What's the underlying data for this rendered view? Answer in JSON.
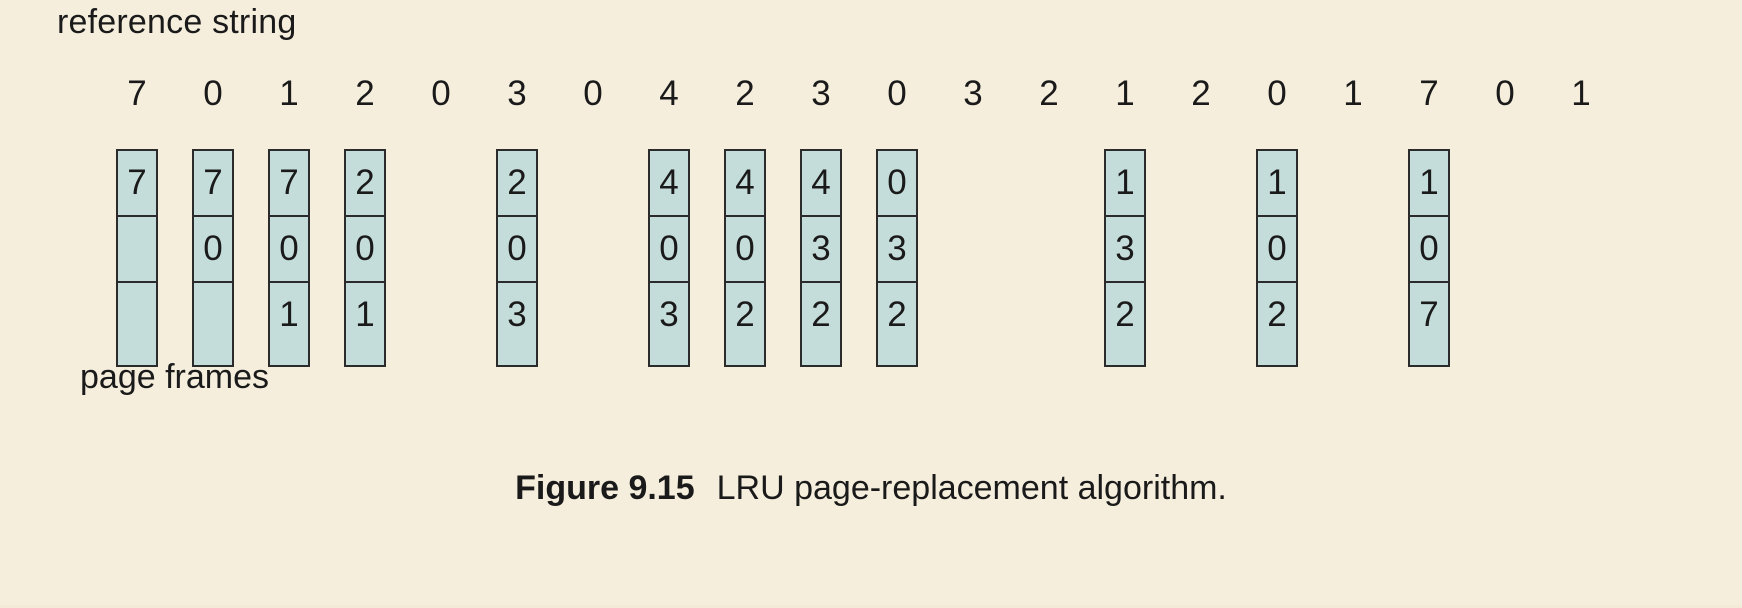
{
  "figure": {
    "reference_string_label": "reference string",
    "page_frames_label": "page frames",
    "caption_number": "Figure 9.15",
    "caption_text": "LRU page-replacement algorithm.",
    "colors": {
      "background": "#f5eedc",
      "cell_fill": "#c5ddda",
      "cell_border": "#2b2b2b",
      "text": "#1a1a1a"
    }
  },
  "chart_data": {
    "type": "table",
    "title": "LRU page-replacement algorithm",
    "xlabel": "reference string",
    "ylabel": "page frames",
    "categories": [
      "7",
      "0",
      "1",
      "2",
      "0",
      "3",
      "0",
      "4",
      "2",
      "3",
      "0",
      "3",
      "2",
      "1",
      "2",
      "0",
      "1",
      "7",
      "0",
      "1"
    ],
    "frame_count": 3,
    "columns": [
      {
        "index": 1,
        "reference": "7",
        "frames": [
          "7",
          "",
          ""
        ]
      },
      {
        "index": 2,
        "reference": "0",
        "frames": [
          "7",
          "0",
          ""
        ]
      },
      {
        "index": 3,
        "reference": "1",
        "frames": [
          "7",
          "0",
          "1"
        ]
      },
      {
        "index": 4,
        "reference": "2",
        "frames": [
          "2",
          "0",
          "1"
        ]
      },
      {
        "index": 5,
        "reference": "0",
        "frames": null
      },
      {
        "index": 6,
        "reference": "3",
        "frames": [
          "2",
          "0",
          "3"
        ]
      },
      {
        "index": 7,
        "reference": "0",
        "frames": null
      },
      {
        "index": 8,
        "reference": "4",
        "frames": [
          "4",
          "0",
          "3"
        ]
      },
      {
        "index": 9,
        "reference": "2",
        "frames": [
          "4",
          "0",
          "2"
        ]
      },
      {
        "index": 10,
        "reference": "3",
        "frames": [
          "4",
          "3",
          "2"
        ]
      },
      {
        "index": 11,
        "reference": "0",
        "frames": [
          "0",
          "3",
          "2"
        ]
      },
      {
        "index": 12,
        "reference": "3",
        "frames": null
      },
      {
        "index": 13,
        "reference": "2",
        "frames": null
      },
      {
        "index": 14,
        "reference": "1",
        "frames": [
          "1",
          "3",
          "2"
        ]
      },
      {
        "index": 15,
        "reference": "2",
        "frames": null
      },
      {
        "index": 16,
        "reference": "0",
        "frames": [
          "1",
          "0",
          "2"
        ]
      },
      {
        "index": 17,
        "reference": "1",
        "frames": null
      },
      {
        "index": 18,
        "reference": "7",
        "frames": [
          "1",
          "0",
          "7"
        ]
      },
      {
        "index": 19,
        "reference": "0",
        "frames": null
      },
      {
        "index": 20,
        "reference": "1",
        "frames": null
      }
    ]
  }
}
